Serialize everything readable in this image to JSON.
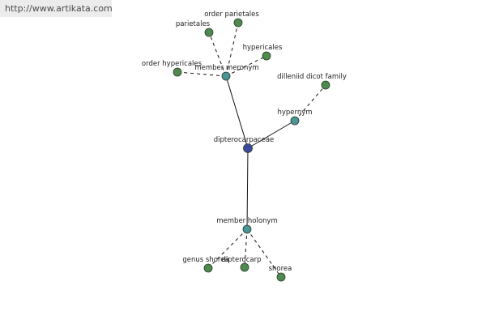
{
  "watermark": "http://www.artikata.com",
  "colors": {
    "root": "#3b4a9a",
    "relation": "#4a9595",
    "leaf": "#4e8a4e",
    "edge": "#111111"
  },
  "nodes": {
    "root": {
      "label": "dipterocarpaceae",
      "kind": "root"
    },
    "member_meronym": {
      "label": "member meronym",
      "kind": "relation"
    },
    "hypernym": {
      "label": "hypernym",
      "kind": "relation"
    },
    "member_holonym": {
      "label": "member holonym",
      "kind": "relation"
    },
    "parietales": {
      "label": "parietales",
      "kind": "leaf"
    },
    "order_parietales": {
      "label": "order parietales",
      "kind": "leaf"
    },
    "hypericales": {
      "label": "hypericales",
      "kind": "leaf"
    },
    "order_hypericales": {
      "label": "order hypericales",
      "kind": "leaf"
    },
    "dilleniid_dicot_family": {
      "label": "dilleniid dicot family",
      "kind": "leaf"
    },
    "genus_shorea": {
      "label": "genus shorea",
      "kind": "leaf"
    },
    "dipterocarp": {
      "label": "dipterocarp",
      "kind": "leaf"
    },
    "shorea": {
      "label": "shorea",
      "kind": "leaf"
    }
  },
  "edges": [
    {
      "from": "root",
      "to": "member_meronym",
      "style": "solid"
    },
    {
      "from": "root",
      "to": "hypernym",
      "style": "solid"
    },
    {
      "from": "root",
      "to": "member_holonym",
      "style": "solid"
    },
    {
      "from": "member_meronym",
      "to": "parietales",
      "style": "dashed"
    },
    {
      "from": "member_meronym",
      "to": "order_parietales",
      "style": "dashed"
    },
    {
      "from": "member_meronym",
      "to": "hypericales",
      "style": "dashed"
    },
    {
      "from": "member_meronym",
      "to": "order_hypericales",
      "style": "dashed"
    },
    {
      "from": "hypernym",
      "to": "dilleniid_dicot_family",
      "style": "dashed"
    },
    {
      "from": "member_holonym",
      "to": "genus_shorea",
      "style": "dashed"
    },
    {
      "from": "member_holonym",
      "to": "dipterocarp",
      "style": "dashed"
    },
    {
      "from": "member_holonym",
      "to": "shorea",
      "style": "dashed"
    }
  ]
}
